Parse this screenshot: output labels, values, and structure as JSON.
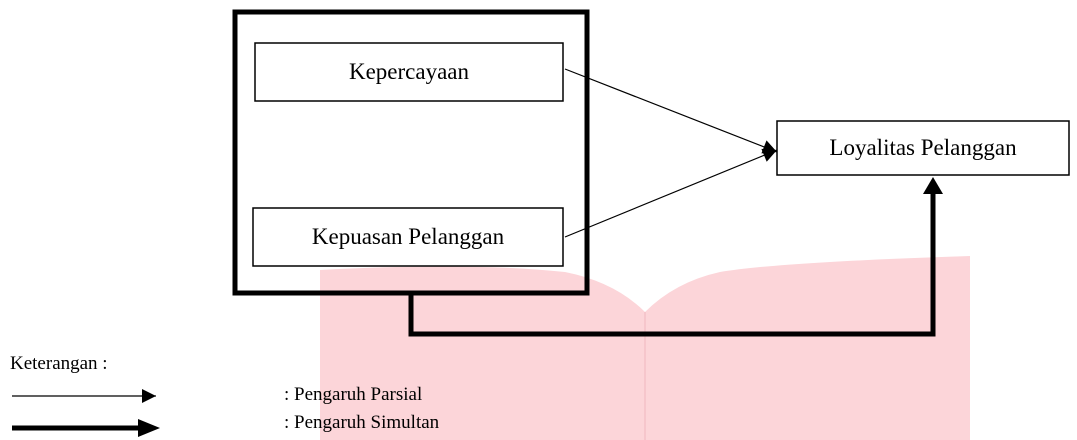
{
  "nodes": {
    "kepercayaan": "Kepercayaan",
    "kepuasan": "Kepuasan Pelanggan",
    "loyalitas": "Loyalitas Pelanggan"
  },
  "legend": {
    "title": "Keterangan :",
    "partial": ": Pengaruh Parsial",
    "simultaneous": ": Pengaruh Simultan"
  },
  "colors": {
    "line": "#000000",
    "background_shape": "#fcd5d9",
    "background_shape_edge": "#f0b8be"
  }
}
